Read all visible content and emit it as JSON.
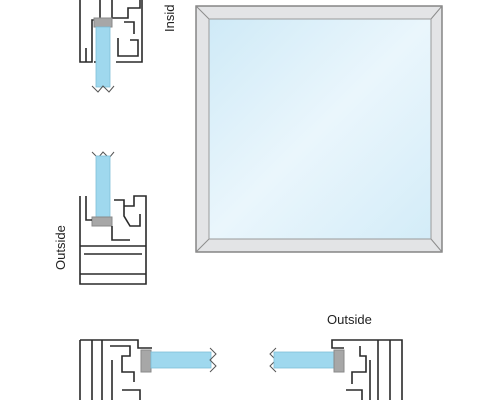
{
  "labels": {
    "inside": "Insid",
    "outside_vertical": "Outside",
    "outside_horizontal": "Outside"
  },
  "colors": {
    "frame_fill": "#e2e3e5",
    "frame_stroke": "#7d7d7d",
    "glass": "#d6edf8",
    "glass_mid": "#eaf6fc",
    "section_glass": "#9fd8ee",
    "gasket": "#a7a7a7",
    "profile_stroke": "#2a2a2a"
  }
}
